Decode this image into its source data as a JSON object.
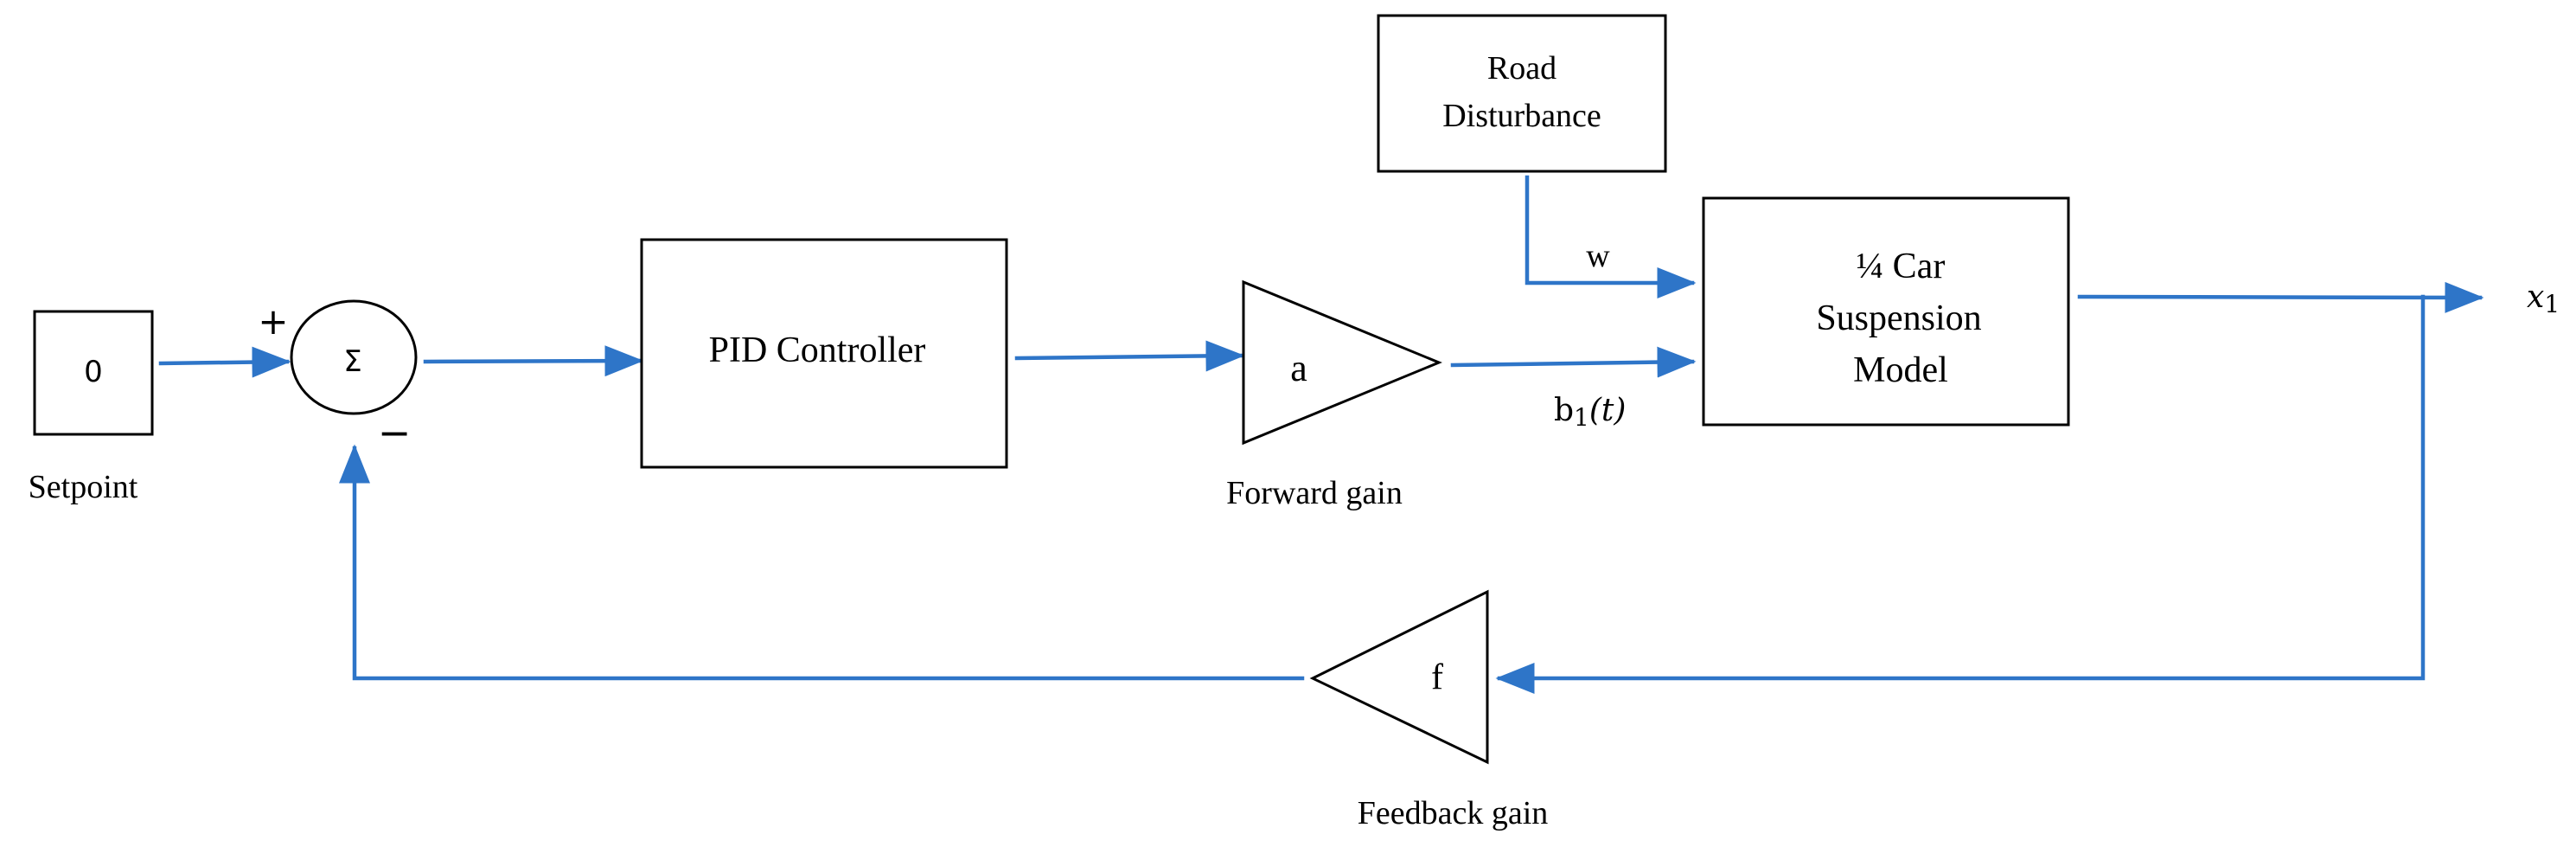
{
  "colors": {
    "signal": "#2E75C8",
    "block_stroke": "#000000"
  },
  "setpoint": {
    "value": "0",
    "label": "Setpoint"
  },
  "summer": {
    "symbol": "Σ",
    "plus": "+",
    "minus": "−"
  },
  "pid": {
    "label": "PID Controller"
  },
  "forward_gain": {
    "symbol": "a",
    "label": "Forward gain"
  },
  "road": {
    "line1": "Road",
    "line2": "Disturbance"
  },
  "plant": {
    "line1": "¼ Car",
    "line2": "Suspension",
    "line3": "Model"
  },
  "signals": {
    "w": "w",
    "b1": {
      "base": "b",
      "sub": "1",
      "arg": "(t)"
    },
    "x1": {
      "base": "x",
      "sub": "1"
    }
  },
  "feedback_gain": {
    "symbol": "f",
    "label": "Feedback gain"
  }
}
